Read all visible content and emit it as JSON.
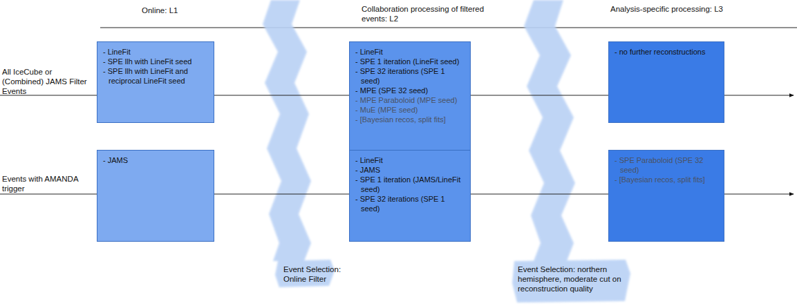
{
  "diagram": {
    "nodes": [
      {
        "text": [
          "- LineFit",
          "- SPE llh with LineFit seed",
          "- SPE llh with LineFit and reciprocal LineFit seed"
        ]
      },
      {
        "text": [
          "- LineFit",
          "- SPE 1 iteration (LineFit seed)",
          "- SPE 32 iterations (SPE 1 seed)",
          "- MPE (SPE 32 seed)",
          "- MPE Paraboloid (MPE seed)",
          "- MuE (MPE seed)",
          "- [Bayesian recos, split fits]"
        ]
      },
      {
        "text": [
          "- no further reconstructions"
        ]
      },
      {
        "text": [
          "- JAMS"
        ]
      },
      {
        "text": [
          "- LineFit",
          "- JAMS",
          "- SPE 1 iteration (JAMS/LineFit seed)",
          "- SPE 32 iterations (SPE 1 seed)"
        ]
      },
      {
        "text": [
          "- SPE Paraboloid (SPE 32 seed)",
          "- [Bayesian recos, split fits]"
        ]
      }
    ],
    "edges": [
      {
        "from": 0,
        "to": 1,
        "arrow": "none"
      },
      {
        "from": 1,
        "to": 2,
        "arrow": "none"
      },
      {
        "from": 3,
        "to": 4,
        "arrow": "none"
      },
      {
        "from": 4,
        "to": 5,
        "arrow": "none"
      }
    ],
    "labels": [
      "Online:  L1",
      "Collaboration processing of filtered events:  L2",
      "Analysis-specific processing: L3",
      "All IceCube or (Combined) JAMS Filter Events",
      "Events with AMANDA trigger",
      "Event Selection: Online Filter",
      "Event Selection: northern hemisphere, moderate cut on reconstruction quality"
    ]
  }
}
